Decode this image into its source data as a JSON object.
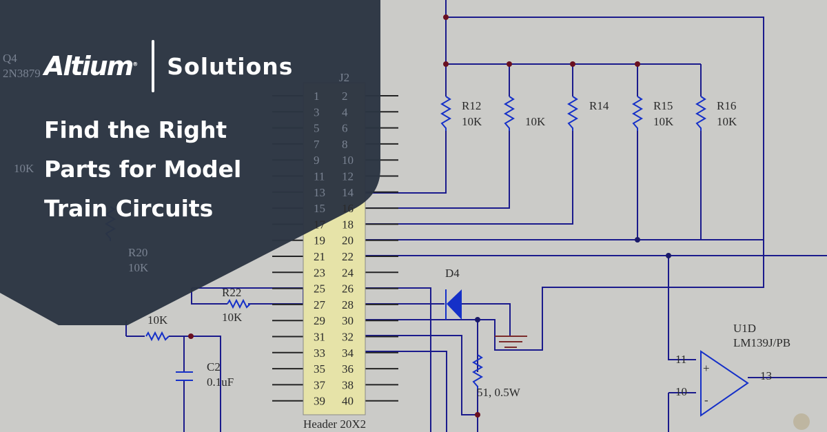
{
  "brand": {
    "logo": "Altium",
    "registered": "®",
    "section": "Solutions"
  },
  "headline": {
    "lines": [
      "Find the Right",
      "Parts for Model",
      "Train Circuits"
    ]
  },
  "colors": {
    "overlay": "#2b3542",
    "background": "#cbcbc8",
    "wire": "#1a1a8c",
    "component": "#1530c8",
    "header_fill": "#e6e3a8"
  },
  "schematic": {
    "header_label": "Header 20X2",
    "header_ref": "J2",
    "pins_odd": [
      "1",
      "3",
      "5",
      "7",
      "9",
      "11",
      "13",
      "15",
      "17",
      "19",
      "21",
      "23",
      "25",
      "27",
      "29",
      "31",
      "33",
      "35",
      "37",
      "39"
    ],
    "pins_even": [
      "2",
      "4",
      "6",
      "8",
      "10",
      "12",
      "14",
      "16",
      "18",
      "20",
      "22",
      "24",
      "26",
      "28",
      "30",
      "32",
      "34",
      "36",
      "38",
      "40"
    ],
    "resistors": [
      {
        "ref": "R12",
        "value": "10K"
      },
      {
        "ref": "",
        "value": "10K"
      },
      {
        "ref": "R14",
        "value": ""
      },
      {
        "ref": "R15",
        "value": "10K"
      },
      {
        "ref": "R16",
        "value": "10K"
      }
    ],
    "r22": {
      "ref": "R22",
      "value": "10K"
    },
    "r_left": {
      "value": "10K"
    },
    "r20": {
      "ref": "R20",
      "value": "10K"
    },
    "q4": {
      "ref": "Q4",
      "part": "2N3879"
    },
    "left_10k": "10K",
    "c2": {
      "ref": "C2",
      "value": "0.1uF"
    },
    "d4": "D4",
    "r_power": "51, 0.5W",
    "u1d": {
      "ref": "U1D",
      "part": "LM139J/PB",
      "pin_plus": "11",
      "pin_minus": "10",
      "pin_out": "13",
      "plus": "+",
      "minus": "-"
    }
  }
}
